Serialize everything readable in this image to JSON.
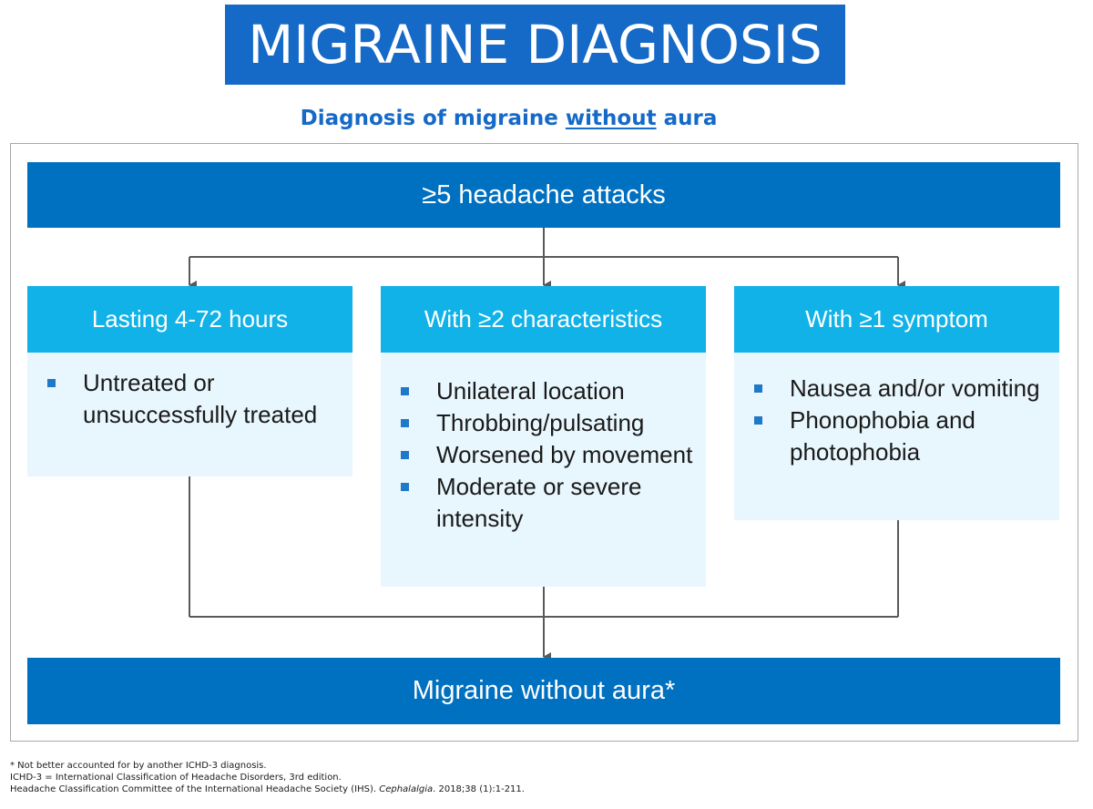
{
  "banner": {
    "title": "MIGRAINE DIAGNOSIS"
  },
  "subtitle": {
    "before": "Diagnosis of migraine ",
    "emphasis": "without",
    "after": " aura"
  },
  "flow": {
    "top": "≥5 headache attacks",
    "columns": [
      {
        "heading": "Lasting 4-72 hours",
        "items": [
          "Untreated or unsuccessfully treated"
        ]
      },
      {
        "heading": "With ≥2 characteristics",
        "items": [
          "Unilateral location",
          "Throbbing/pulsating",
          "Worsened by movement",
          "Moderate or severe intensity"
        ]
      },
      {
        "heading": "With ≥1 symptom",
        "items": [
          "Nausea and/or vomiting",
          "Phonophobia and photophobia"
        ]
      }
    ],
    "bottom": "Migraine without aura*"
  },
  "footnotes": {
    "note": "* Not better accounted for by another ICHD-3 diagnosis.",
    "abbreviation": "ICHD-3 = International Classification of Headache Disorders, 3rd edition.",
    "reference_prefix": "Headache Classification Committee of the International Headache Society (IHS). ",
    "reference_journal": "Cephalalgia",
    "reference_suffix": ". 2018;38 (1):1-211."
  },
  "colors": {
    "banner": "#1569c7",
    "primary_bar": "#0070c0",
    "column_header": "#11b2e8",
    "column_body": "#e8f6fd",
    "bullet": "#1f78c8",
    "connector": "#595959"
  }
}
